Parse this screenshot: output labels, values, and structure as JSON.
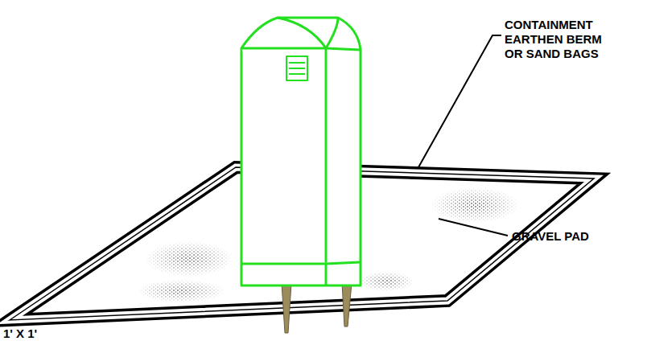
{
  "diagram": {
    "labels": [
      "CONTAINMENT EARTHEN BERM OR SAND BAGS",
      "GRAVEL PAD",
      "1' X 1'"
    ]
  }
}
